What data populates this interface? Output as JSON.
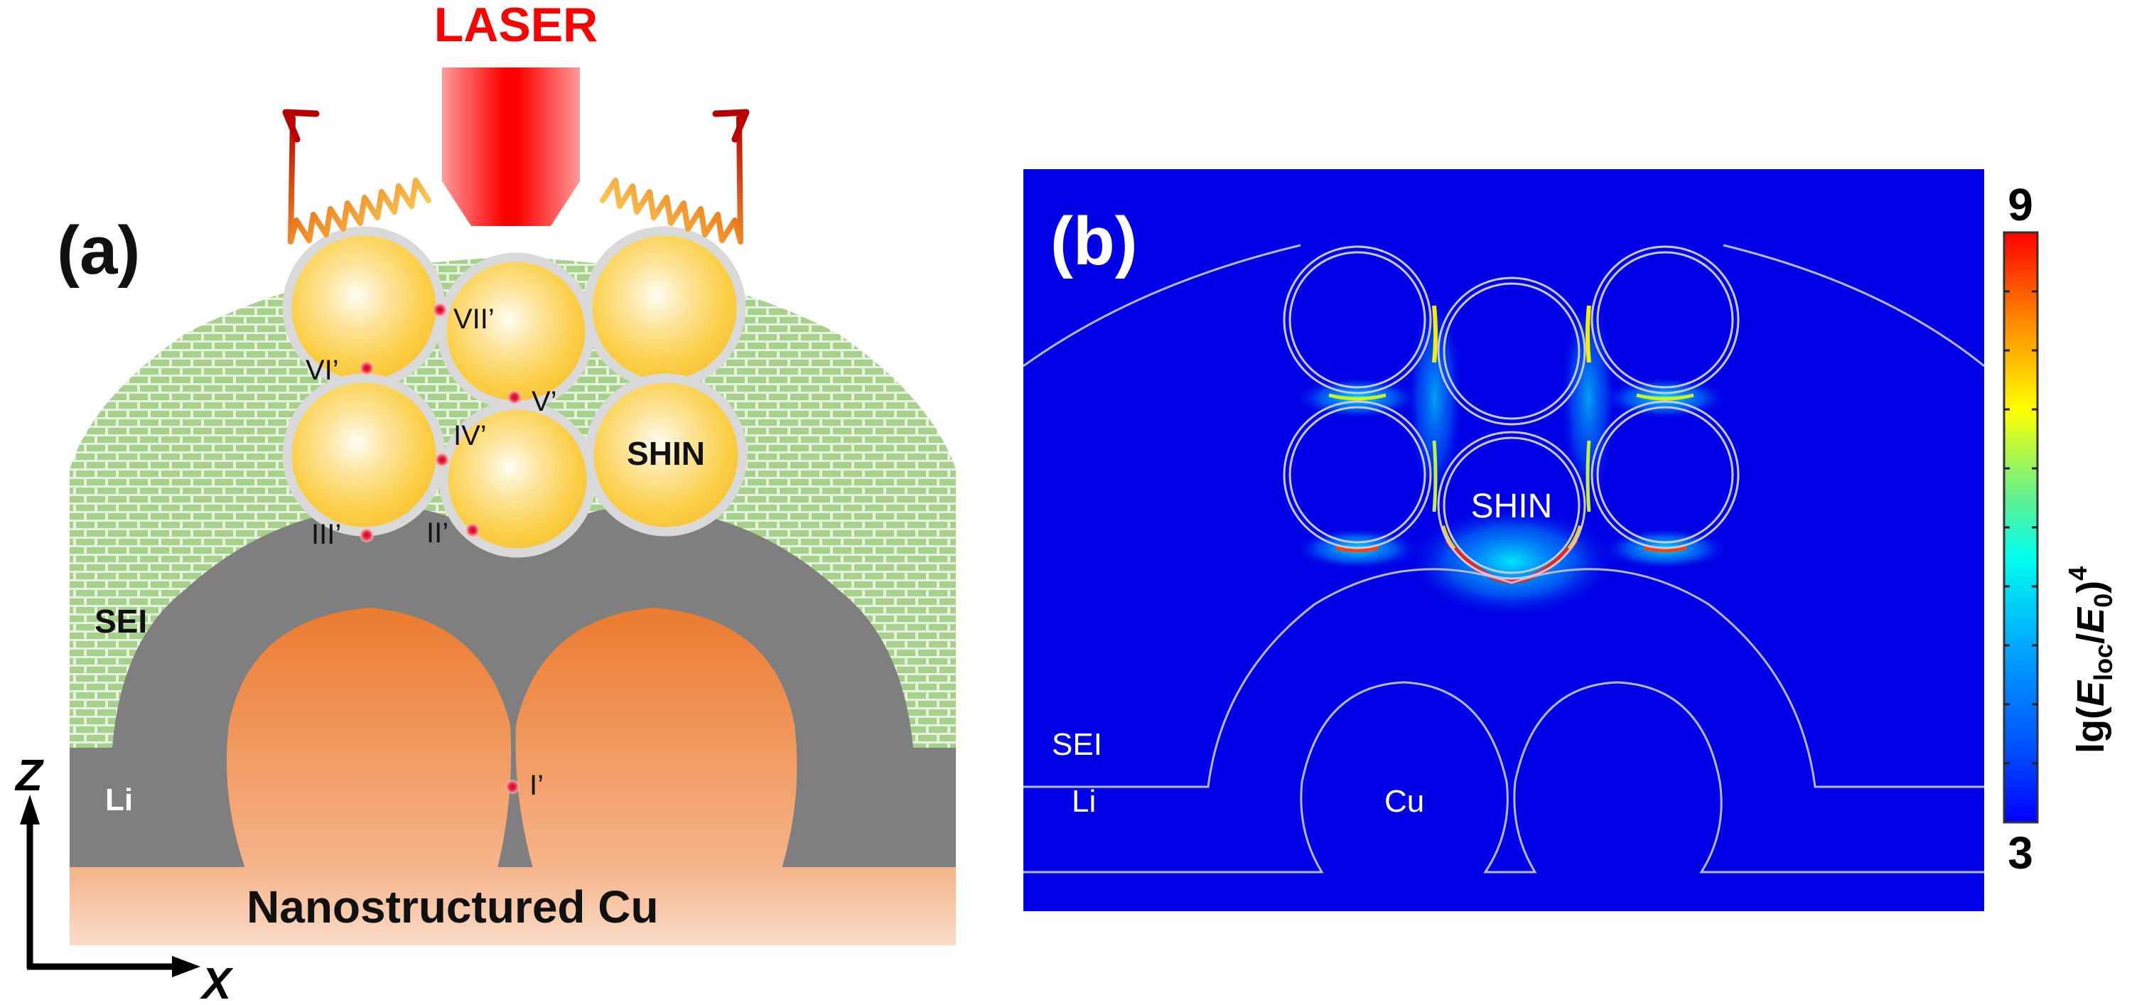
{
  "figure": {
    "panel_a": {
      "label": "(a)",
      "laser_label": "LASER",
      "layers": {
        "sei": "SEI",
        "li": "Li",
        "substrate": "Nanostructured Cu",
        "particle": "SHIN"
      },
      "hotspots": [
        "I’",
        "II’",
        "III’",
        "IV’",
        "V’",
        "VI’",
        "VII’"
      ],
      "axes": {
        "vertical": "Z",
        "horizontal": "X"
      },
      "colors": {
        "laser": "#ff0000",
        "sei_brick": "#a6d18d",
        "sei_mortar": "#e6f2dc",
        "lithium": "#7f7f7f",
        "copper_top": "#ec7c30",
        "copper_bottom": "#f8d7c1",
        "gold": "#fcc738",
        "shell": "#d9d9d9",
        "hotspot": "#e8102a"
      }
    },
    "panel_b": {
      "label": "(b)",
      "region_labels": {
        "particle": "SHIN",
        "sei": "SEI",
        "li": "Li",
        "cu": "Cu"
      },
      "background_color": "#0000e6",
      "colorbar": {
        "min_label": "3",
        "max_label": "9",
        "title_prefix": "lg(",
        "title_E": "E",
        "title_sub_loc": "loc",
        "title_slash": "/",
        "title_sub_0": "0",
        "title_suffix": ")",
        "title_sup": "4",
        "colormap": "jet"
      }
    }
  },
  "chart_data": {
    "type": "heatmap",
    "title": "",
    "quantity": "lg(E_loc/E_0)^4",
    "colorbar_range": [
      3,
      9
    ],
    "colorbar_ticks_count": 11,
    "colormap": "jet",
    "hotspot_regions": [
      {
        "location": "gap between bottom-center SHIN and SEI/Li surface",
        "level": "max (~9)"
      },
      {
        "location": "gaps between bottom-left/right SHINs and SEI surface",
        "level": "high (~8)"
      },
      {
        "location": "gaps between adjacent SHIN particles",
        "level": "medium (~6-7)"
      }
    ]
  }
}
